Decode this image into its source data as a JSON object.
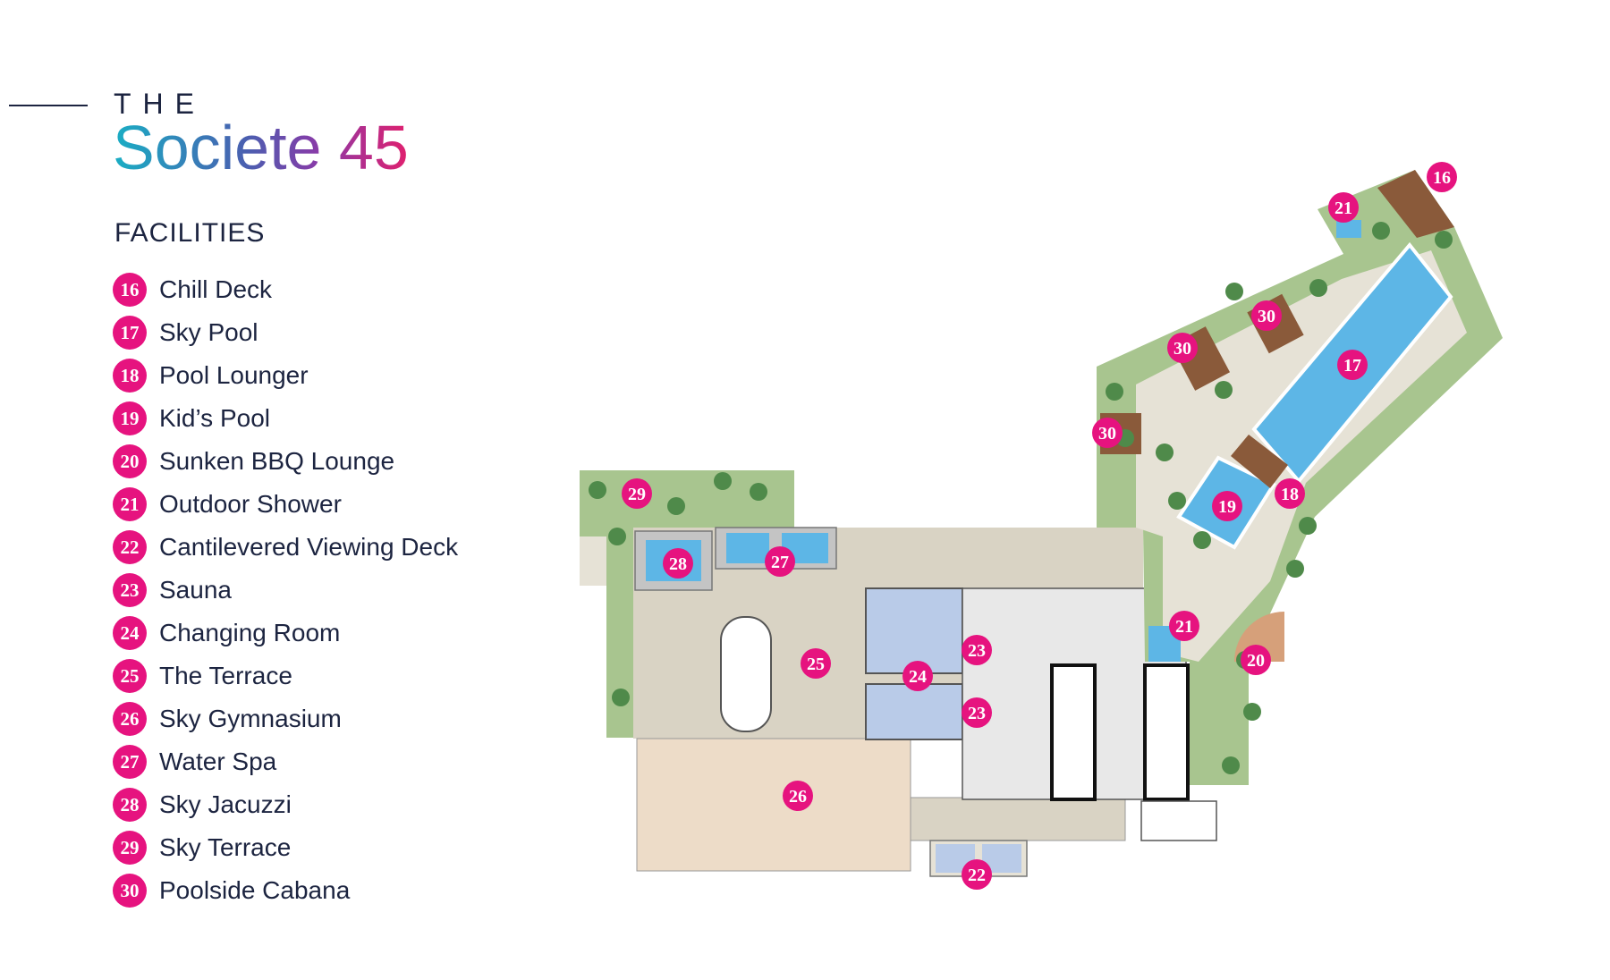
{
  "header": {
    "pre_title": "THE",
    "brand": "Societe 45",
    "section_title": "FACILITIES"
  },
  "colors": {
    "marker": "#e6137f",
    "text": "#1c2440",
    "greenery": "#a8c58f",
    "tree": "#4f8a4a",
    "deck": "#d9d3c4",
    "gym_floor": "#eddcc8",
    "water": "#5db6e6",
    "changing": "#b9cbe8",
    "timber": "#8a5a3a"
  },
  "facilities": [
    {
      "number": "16",
      "name": "Chill Deck"
    },
    {
      "number": "17",
      "name": "Sky Pool"
    },
    {
      "number": "18",
      "name": "Pool Lounger"
    },
    {
      "number": "19",
      "name": "Kid’s Pool"
    },
    {
      "number": "20",
      "name": "Sunken BBQ Lounge"
    },
    {
      "number": "21",
      "name": "Outdoor Shower"
    },
    {
      "number": "22",
      "name": "Cantilevered Viewing Deck"
    },
    {
      "number": "23",
      "name": "Sauna"
    },
    {
      "number": "24",
      "name": "Changing Room"
    },
    {
      "number": "25",
      "name": "The Terrace"
    },
    {
      "number": "26",
      "name": "Sky Gymnasium"
    },
    {
      "number": "27",
      "name": "Water Spa"
    },
    {
      "number": "28",
      "name": "Sky Jacuzzi"
    },
    {
      "number": "29",
      "name": "Sky Terrace"
    },
    {
      "number": "30",
      "name": "Poolside Cabana"
    }
  ],
  "plan_markers": [
    "16",
    "21",
    "30",
    "30",
    "17",
    "30",
    "29",
    "28",
    "27",
    "25",
    "19",
    "18",
    "21",
    "23",
    "24",
    "23",
    "20",
    "26",
    "22"
  ]
}
